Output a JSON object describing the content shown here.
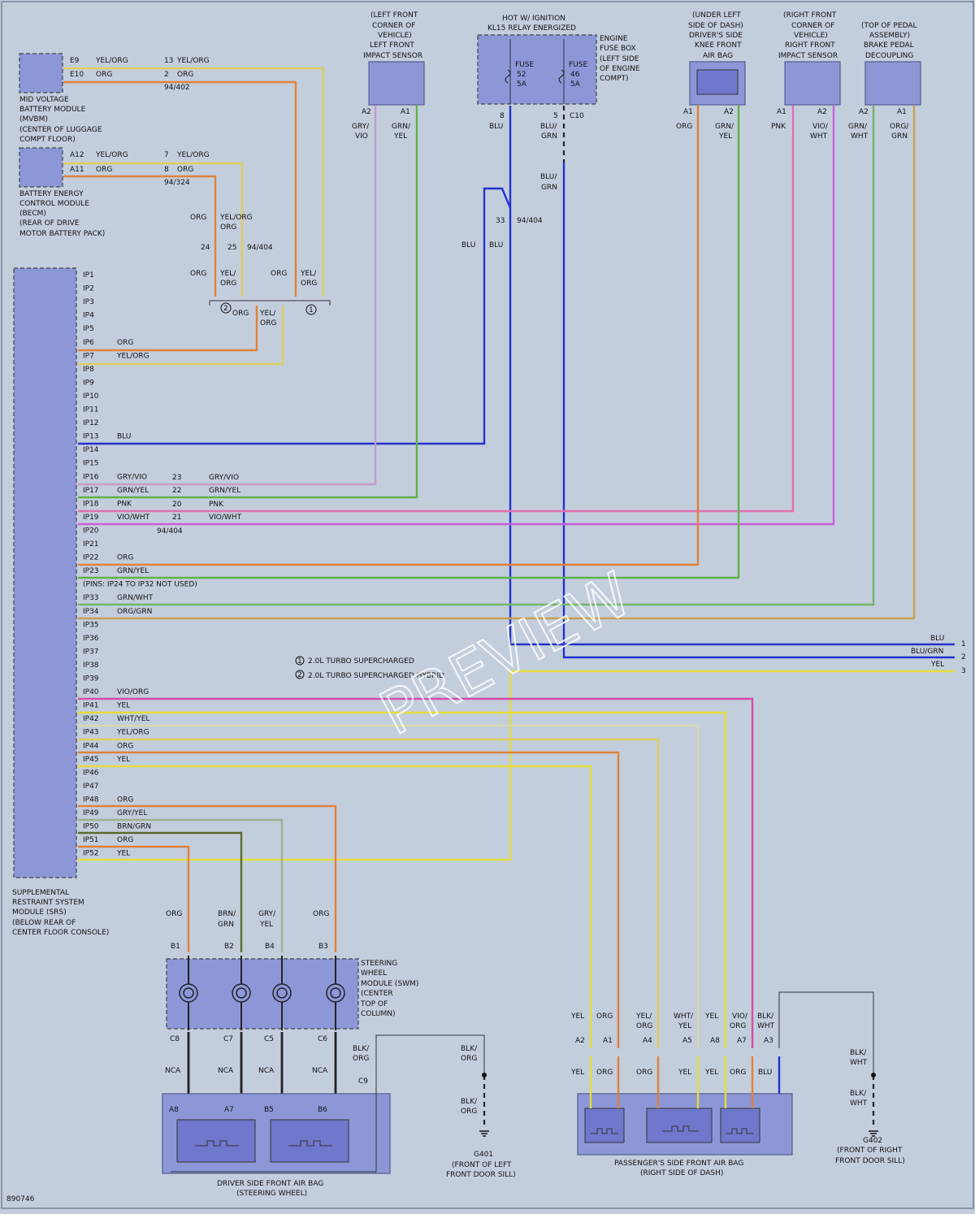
{
  "diagram_id": "890746",
  "watermark": "PREVIEW",
  "legend": {
    "one": "2.0L TURBO SUPERCHARGED",
    "two": "2.0L TURBO SUPERCHARGED HYBRID",
    "m1": "1",
    "m2": "2"
  },
  "modules": {
    "mvbm": {
      "label": [
        "MID VOLTAGE",
        "BATTERY MODULE",
        "(MVBM)",
        "(CENTER OF LUGGAGE",
        "COMPT FLOOR)"
      ],
      "pins": [
        "E9",
        "E10"
      ],
      "wires": [
        "YEL/ORG",
        "ORG"
      ],
      "conn": [
        "13",
        "2"
      ],
      "conn_id": "94/402",
      "conn_wires": [
        "YEL/ORG",
        "ORG"
      ]
    },
    "becm": {
      "label": [
        "BATTERY ENERGY",
        "CONTROL MODULE",
        "(BECM)",
        "(REAR OF DRIVE",
        "MOTOR BATTERY PACK)"
      ],
      "pins": [
        "A12",
        "A11"
      ],
      "wires": [
        "YEL/ORG",
        "ORG"
      ],
      "conn": [
        "7",
        "8"
      ],
      "conn_id": "94/324",
      "conn_wires": [
        "YEL/ORG",
        "ORG"
      ]
    },
    "junction": {
      "w1": "ORG",
      "w2": "YEL/ORG",
      "pins": [
        "24",
        "25"
      ],
      "conn_id": "94/404",
      "w3": "ORG",
      "w4": "YEL/ORG",
      "w5": "ORG",
      "w6": "YEL/ORG",
      "w7": "ORG",
      "w8": "YEL/ORG"
    },
    "lf_sensor": {
      "label": [
        "(LEFT FRONT",
        "CORNER OF",
        "VEHICLE)",
        "LEFT FRONT",
        "IMPACT SENSOR"
      ],
      "pins": [
        "A2",
        "A1"
      ],
      "wires": [
        "GRY/VIO",
        "GRN/YEL"
      ]
    },
    "fuse": {
      "hot": [
        "HOT W/ IGNITION",
        "KL15 RELAY ENERGIZED"
      ],
      "box": [
        "ENGINE",
        "FUSE BOX",
        "(LEFT SIDE",
        "OF ENGINE",
        "COMPT)"
      ],
      "f1": [
        "FUSE",
        "52",
        "5A"
      ],
      "f2": [
        "FUSE",
        "46",
        "5A"
      ],
      "pins": [
        "8",
        "5"
      ],
      "conn": "C10",
      "wires": [
        "BLU",
        "BLU/GRN",
        "BLU/GRN"
      ],
      "splice_pin": "33",
      "splice_conn": "94/404",
      "blu": [
        "BLU",
        "BLU"
      ]
    },
    "knee": {
      "label": [
        "(UNDER LEFT",
        "SIDE OF DASH)",
        "DRIVER'S SIDE",
        "KNEE FRONT",
        "AIR BAG"
      ],
      "pins": [
        "A1",
        "A2"
      ],
      "wires": [
        "ORG",
        "GRN/YEL"
      ]
    },
    "rf_sensor": {
      "label": [
        "(RIGHT FRONT",
        "CORNER OF",
        "VEHICLE)",
        "RIGHT FRONT",
        "IMPACT SENSOR"
      ],
      "pins": [
        "A1",
        "A2"
      ],
      "wires": [
        "PNK",
        "VIO/WHT"
      ]
    },
    "brake": {
      "label": [
        "(TOP OF PEDAL",
        "ASSEMBLY)",
        "BRAKE PEDAL",
        "DECOUPLING"
      ],
      "pins": [
        "A2",
        "A1"
      ],
      "wires": [
        "GRN/WHT",
        "ORG/GRN"
      ]
    },
    "srs": {
      "label": [
        "SUPPLEMENTAL",
        "RESTRAINT SYSTEM",
        "MODULE (SRS)",
        "(BELOW REAR OF",
        "CENTER FLOOR CONSOLE)"
      ]
    },
    "swm": {
      "label": [
        "STEERING",
        "WHEEL",
        "MODULE (SWM)",
        "(CENTER",
        "TOP OF",
        "COLUMN)"
      ],
      "top_pins": [
        "B1",
        "B2",
        "B4",
        "B3"
      ],
      "top_wires": [
        "ORG",
        "BRN/GRN",
        "GRY/YEL",
        "ORG"
      ],
      "bot_pins": [
        "C8",
        "C7",
        "C5",
        "C6"
      ],
      "nca": "NCA"
    },
    "driver_bag": {
      "label": [
        "DRIVER SIDE FRONT AIR BAG",
        "(STEERING WHEEL)"
      ],
      "pins": [
        "A8",
        "A7",
        "B5",
        "B6"
      ],
      "c9": "C9",
      "gnd_wire": "BLK/ORG"
    },
    "g401": {
      "label": [
        "G401",
        "(FRONT OF LEFT",
        "FRONT DOOR SILL)"
      ],
      "wire": "BLK/ORG"
    },
    "pass_bag": {
      "label": [
        "PASSENGER'S SIDE FRONT AIR BAG",
        "(RIGHT SIDE OF DASH)"
      ],
      "pins": [
        "A2",
        "A1",
        "A4",
        "A5",
        "A8",
        "A7",
        "A3"
      ],
      "top_wires": [
        "YEL",
        "ORG",
        "YEL/ORG",
        "WHT/YEL",
        "YEL",
        "VIO/ORG",
        "BLK/WHT"
      ],
      "bot_wires": [
        "YEL",
        "ORG",
        "ORG",
        "YEL",
        "YEL",
        "ORG",
        "BLU"
      ]
    },
    "g402": {
      "label": [
        "G402",
        "(FRONT OF RIGHT",
        "FRONT DOOR SILL)"
      ],
      "wire": "BLK/WHT"
    }
  },
  "srs_pins": [
    {
      "pin": "IP1",
      "wire": ""
    },
    {
      "pin": "IP2",
      "wire": ""
    },
    {
      "pin": "IP3",
      "wire": ""
    },
    {
      "pin": "IP4",
      "wire": ""
    },
    {
      "pin": "IP5",
      "wire": ""
    },
    {
      "pin": "IP6",
      "wire": "ORG"
    },
    {
      "pin": "IP7",
      "wire": "YEL/ORG"
    },
    {
      "pin": "IP8",
      "wire": ""
    },
    {
      "pin": "IP9",
      "wire": ""
    },
    {
      "pin": "IP10",
      "wire": ""
    },
    {
      "pin": "IP11",
      "wire": ""
    },
    {
      "pin": "IP12",
      "wire": ""
    },
    {
      "pin": "IP13",
      "wire": "BLU"
    },
    {
      "pin": "IP14",
      "wire": ""
    },
    {
      "pin": "IP15",
      "wire": ""
    },
    {
      "pin": "IP16",
      "wire": "GRY/VIO"
    },
    {
      "pin": "IP17",
      "wire": "GRN/YEL"
    },
    {
      "pin": "IP18",
      "wire": "PNK"
    },
    {
      "pin": "IP19",
      "wire": "VIO/WHT"
    },
    {
      "pin": "IP20",
      "wire": ""
    },
    {
      "pin": "IP21",
      "wire": ""
    },
    {
      "pin": "IP22",
      "wire": "ORG"
    },
    {
      "pin": "IP23",
      "wire": "GRN/YEL"
    },
    {
      "pin": "(PINS: IP24 TO IP32 NOT USED)",
      "wire": ""
    },
    {
      "pin": "IP33",
      "wire": "GRN/WHT"
    },
    {
      "pin": "IP34",
      "wire": "ORG/GRN"
    },
    {
      "pin": "IP35",
      "wire": ""
    },
    {
      "pin": "IP36",
      "wire": ""
    },
    {
      "pin": "IP37",
      "wire": ""
    },
    {
      "pin": "IP38",
      "wire": ""
    },
    {
      "pin": "IP39",
      "wire": ""
    },
    {
      "pin": "IP40",
      "wire": "VIO/ORG"
    },
    {
      "pin": "IP41",
      "wire": "YEL"
    },
    {
      "pin": "IP42",
      "wire": "WHT/YEL"
    },
    {
      "pin": "IP43",
      "wire": "YEL/ORG"
    },
    {
      "pin": "IP44",
      "wire": "ORG"
    },
    {
      "pin": "IP45",
      "wire": "YEL"
    },
    {
      "pin": "IP46",
      "wire": ""
    },
    {
      "pin": "IP47",
      "wire": ""
    },
    {
      "pin": "IP48",
      "wire": "ORG"
    },
    {
      "pin": "IP49",
      "wire": "GRY/YEL"
    },
    {
      "pin": "IP50",
      "wire": "BRN/GRN"
    },
    {
      "pin": "IP51",
      "wire": "ORG"
    },
    {
      "pin": "IP52",
      "wire": "YEL"
    }
  ],
  "inline_conn": {
    "pins": [
      "23",
      "22",
      "20",
      "21"
    ],
    "wires": [
      "GRY/VIO",
      "GRN/YEL",
      "PNK",
      "VIO/WHT"
    ],
    "id": "94/404"
  },
  "right_outputs": [
    {
      "wire": "BLU",
      "num": "1"
    },
    {
      "wire": "BLU/GRN",
      "num": "2"
    },
    {
      "wire": "YEL",
      "num": "3"
    }
  ],
  "colors": {
    "org": "#e0823a",
    "yelorg": "#e2cc60",
    "yel": "#e4dc3c",
    "blu": "#2233cc",
    "grn": "#5fb34a",
    "gryvio": "#c79ac9",
    "pnk": "#e070b0",
    "viowht": "#c860d8",
    "orggrn": "#c8a050",
    "grnwht": "#73b56a",
    "wht": "#d8d8b0",
    "gry": "#9fb08f",
    "brngrn": "#5a6a28",
    "vio": "#d84aa8",
    "black": "#222"
  }
}
